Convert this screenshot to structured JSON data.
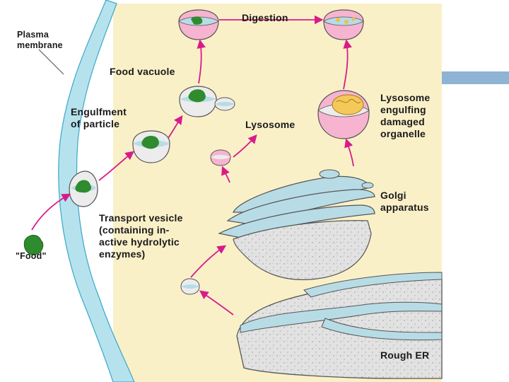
{
  "colors": {
    "panel_bg": "#faf0c8",
    "membrane": "#b6e2ee",
    "membrane_edge": "#3aa8c8",
    "organelle_body": "#ececec",
    "organelle_fill": "#b8dce6",
    "lysosome_pink": "#f6b4d0",
    "food_green": "#2e8b2e",
    "arrow_magenta": "#d81b8a",
    "deco_orange": "#e0875a",
    "deco_blue": "#8fb3d2"
  },
  "labels": {
    "plasma_membrane": "Plasma\nmembrane",
    "digestion": "Digestion",
    "food_vacuole": "Food vacuole",
    "engulfment": "Engulfment\nof particle",
    "lysosome": "Lysosome",
    "lysosome_engulfing": "Lysosome\nengulfing\ndamaged\norganelle",
    "golgi": "Golgi\napparatus",
    "transport_vesicle": "Transport vesicle\n(containing in-\nactive hydrolytic\nenzymes)",
    "food": "\"Food\"",
    "rough_er": "Rough ER"
  }
}
